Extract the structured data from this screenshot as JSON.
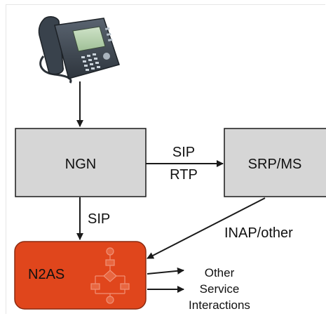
{
  "nodes": {
    "ngn": "NGN",
    "srp": "SRP/MS",
    "n2as": "N2AS"
  },
  "edges": {
    "ngn_srp_top": "SIP",
    "ngn_srp_bottom": "RTP",
    "ngn_n2as": "SIP",
    "srp_n2as": "INAP/other"
  },
  "outputs": {
    "line1": "Other",
    "line2": "Service",
    "line3": "Interactions"
  },
  "colors": {
    "box_fill": "#d6d6d6",
    "n2as_fill": "#e0461c",
    "n2as_border": "#8a2a10",
    "stroke": "#1a1a1a"
  },
  "icons": {
    "phone": "desk-phone-icon",
    "flow": "flowchart-icon"
  }
}
